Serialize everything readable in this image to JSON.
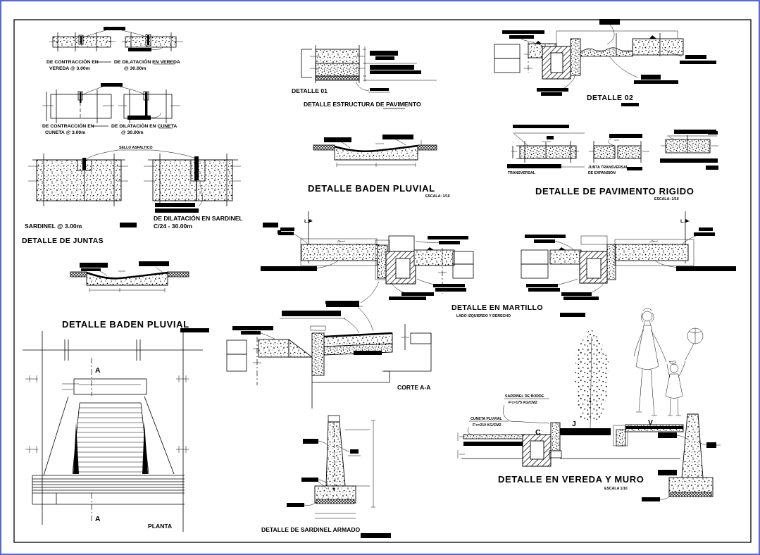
{
  "colors": {
    "ink": "#000000",
    "paper": "#ffffff",
    "page_edge": "#5866d6"
  },
  "sections": {
    "juntas_vereda": {
      "contraccion_line1": "DE CONTRACCIÓN EN",
      "contraccion_line2": "VEREDA  @ 3.00m",
      "dilatacion_line1": "DE DILATACIÓN EN VEREDA",
      "dilatacion_line2": "@ 30.00m"
    },
    "juntas_cuneta": {
      "contraccion_line1": "DE CONTRACCIÓN EN",
      "contraccion_line2": "CUNETA  @ 3.00m",
      "dilatacion_line1": "DE DILATACIÓN EN CUNETA",
      "dilatacion_line2": "@ 30.00m"
    },
    "juntas_sardinel": {
      "sello": "SELLO ASFALTICO",
      "sardinel": "SARDINEL @ 3.00m",
      "dilatacion_line1": "DE DILATACIÓN EN SARDINEL",
      "dilatacion_line2": "C/24 - 30.00m",
      "title": "DETALLE DE JUNTAS"
    },
    "estructura_pavimento": {
      "detalle": "DETALLE 01",
      "title": "DETALLE ESTRUCTURA DE PAVIMENTO"
    },
    "baden_mid": {
      "title": "DETALLE BADEN PLUVIAL",
      "escala": "ESCALA: 1/10"
    },
    "detalle_02": {
      "title": "DETALLE  02"
    },
    "pavimento_rigido": {
      "transversal": "TRANSVERSAL",
      "junta_line1": "JUNTA TRANSVERSAL",
      "junta_line2": "DE EXPANSION",
      "title": "DETALLE DE PAVIMENTO RIGIDO",
      "escala": "ESCALA: 1/10"
    },
    "martillo": {
      "lp_left": "L.P",
      "lp_right": "L.P",
      "title": "DETALLE  EN MARTILLO",
      "subtitle": "LADO IZQUIERDO Y DERECHO"
    },
    "baden_bottom": {
      "title": "DETALLE BADEN PLUVIAL",
      "section_top": "A",
      "section_bottom": "A",
      "planta": "PLANTA"
    },
    "corte": {
      "title": "CORTE A-A"
    },
    "sardinel_armado": {
      "title": "DETALLE DE SARDINEL ARMADO"
    },
    "vereda_muro": {
      "sardinel_borde_line1": "SARDINEL DE BORDE",
      "sardinel_borde_line2": "F'c=175 KG/CM2",
      "cuneta_line1": "CUNETA PLUVIAL",
      "cuneta_line2": "F'c=210 KG/CM2",
      "mark_c": "C",
      "mark_j": "J",
      "mark_v": "V",
      "title": "DETALLE EN VEREDA Y MURO",
      "escala": "ESCALA 1/10"
    }
  }
}
